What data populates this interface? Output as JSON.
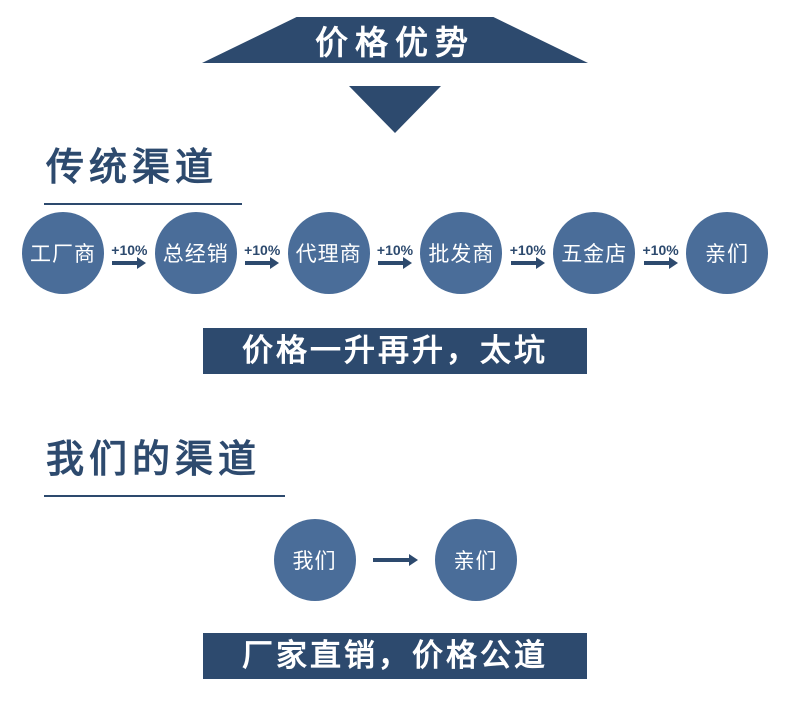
{
  "banner": {
    "title": "价格优势"
  },
  "sections": {
    "traditional": {
      "heading": "传统渠道",
      "nodes": [
        "工厂商",
        "总经销",
        "代理商",
        "批发商",
        "五金店",
        "亲们"
      ],
      "arrow_label": "+10%",
      "caption": "价格一升再升，太坑"
    },
    "ours": {
      "heading": "我们的渠道",
      "nodes": [
        "我们",
        "亲们"
      ],
      "caption": "厂家直销，价格公道"
    }
  },
  "colors": {
    "navy": "#2d4a6e",
    "circle-blue": "#4a6d99"
  }
}
